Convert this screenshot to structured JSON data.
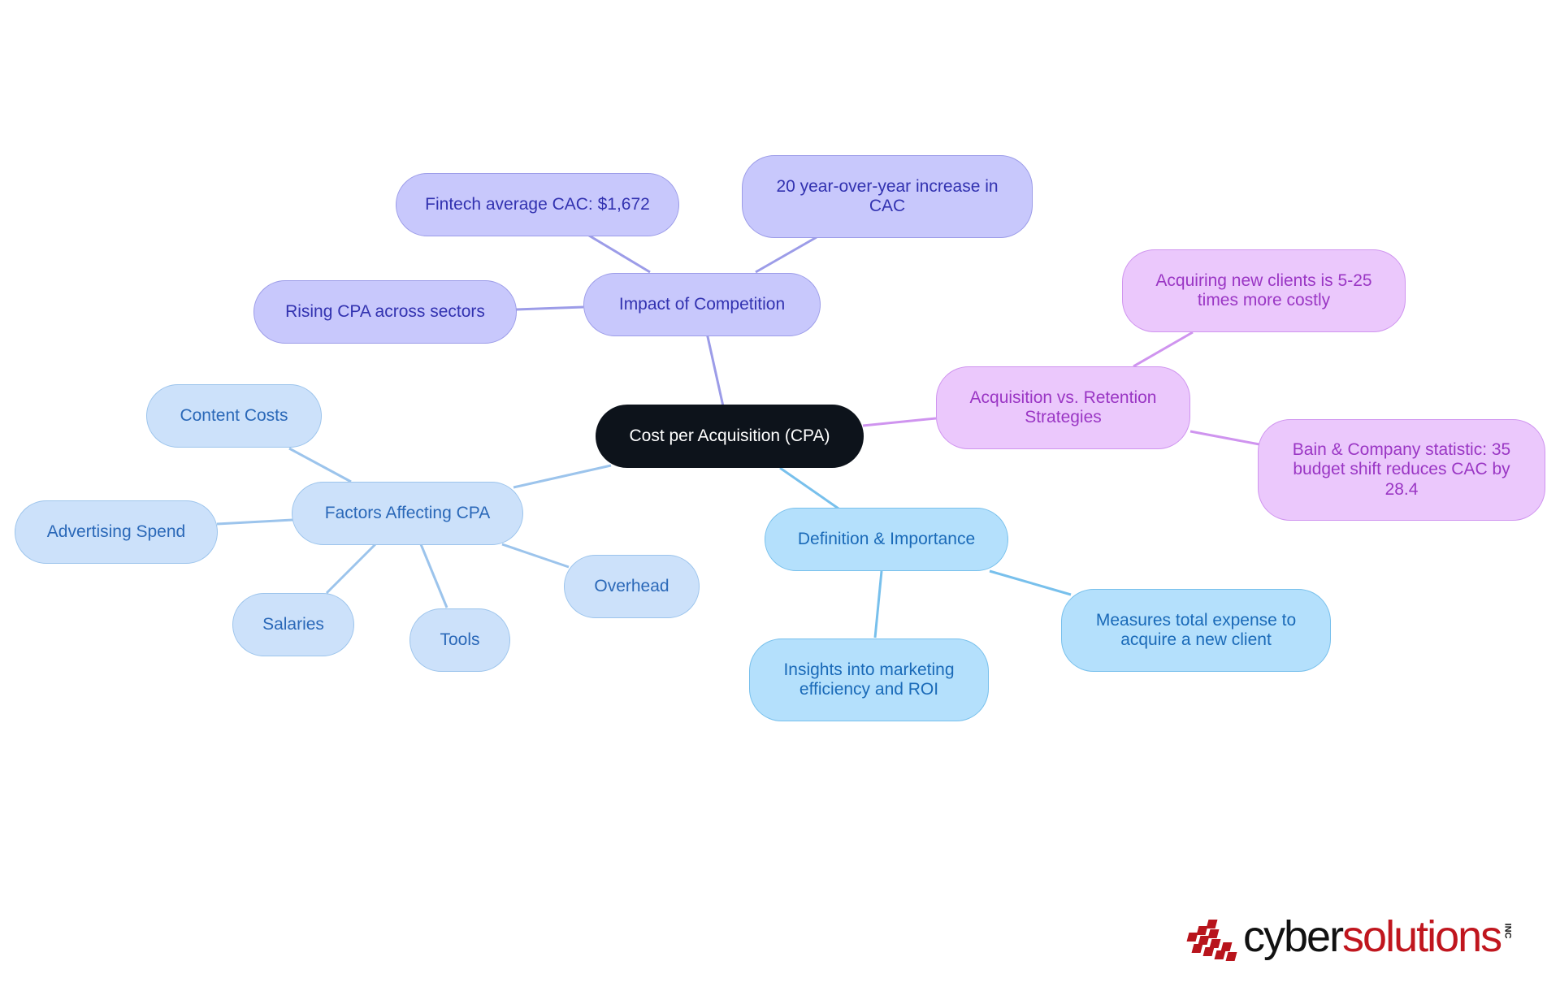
{
  "mindmap": {
    "root": {
      "id": "root",
      "label": "Cost per Acquisition (CPA)"
    },
    "branches": [
      {
        "id": "competition",
        "label": "Impact of Competition",
        "color": "#9c9ce8",
        "children": [
          {
            "id": "fintech",
            "label": "Fintech average CAC: $1,672"
          },
          {
            "id": "yoy",
            "label": "20 year-over-year increase in CAC"
          },
          {
            "id": "rising",
            "label": "Rising CPA across sectors"
          }
        ]
      },
      {
        "id": "retention",
        "label": "Acquisition vs. Retention Strategies",
        "color": "#cf94ef",
        "children": [
          {
            "id": "costly",
            "label": "Acquiring new clients is 5-25 times more costly"
          },
          {
            "id": "bain",
            "label": "Bain & Company statistic: 35 budget shift reduces CAC by 28.4"
          }
        ]
      },
      {
        "id": "definition",
        "label": "Definition & Importance",
        "color": "#78c0ec",
        "children": [
          {
            "id": "measures",
            "label": "Measures total expense to acquire a new client"
          },
          {
            "id": "insights",
            "label": "Insights into marketing efficiency and ROI"
          }
        ]
      },
      {
        "id": "factors",
        "label": "Factors Affecting CPA",
        "color": "#9cc4ec",
        "children": [
          {
            "id": "content",
            "label": "Content Costs"
          },
          {
            "id": "advertising",
            "label": "Advertising Spend"
          },
          {
            "id": "salaries",
            "label": "Salaries"
          },
          {
            "id": "tools",
            "label": "Tools"
          },
          {
            "id": "overhead",
            "label": "Overhead"
          }
        ]
      }
    ]
  },
  "logo": {
    "word1": "cyber",
    "word2": "solutions",
    "suffix": "INC",
    "word1_color": "#111111",
    "word2_color": "#c0161e"
  }
}
